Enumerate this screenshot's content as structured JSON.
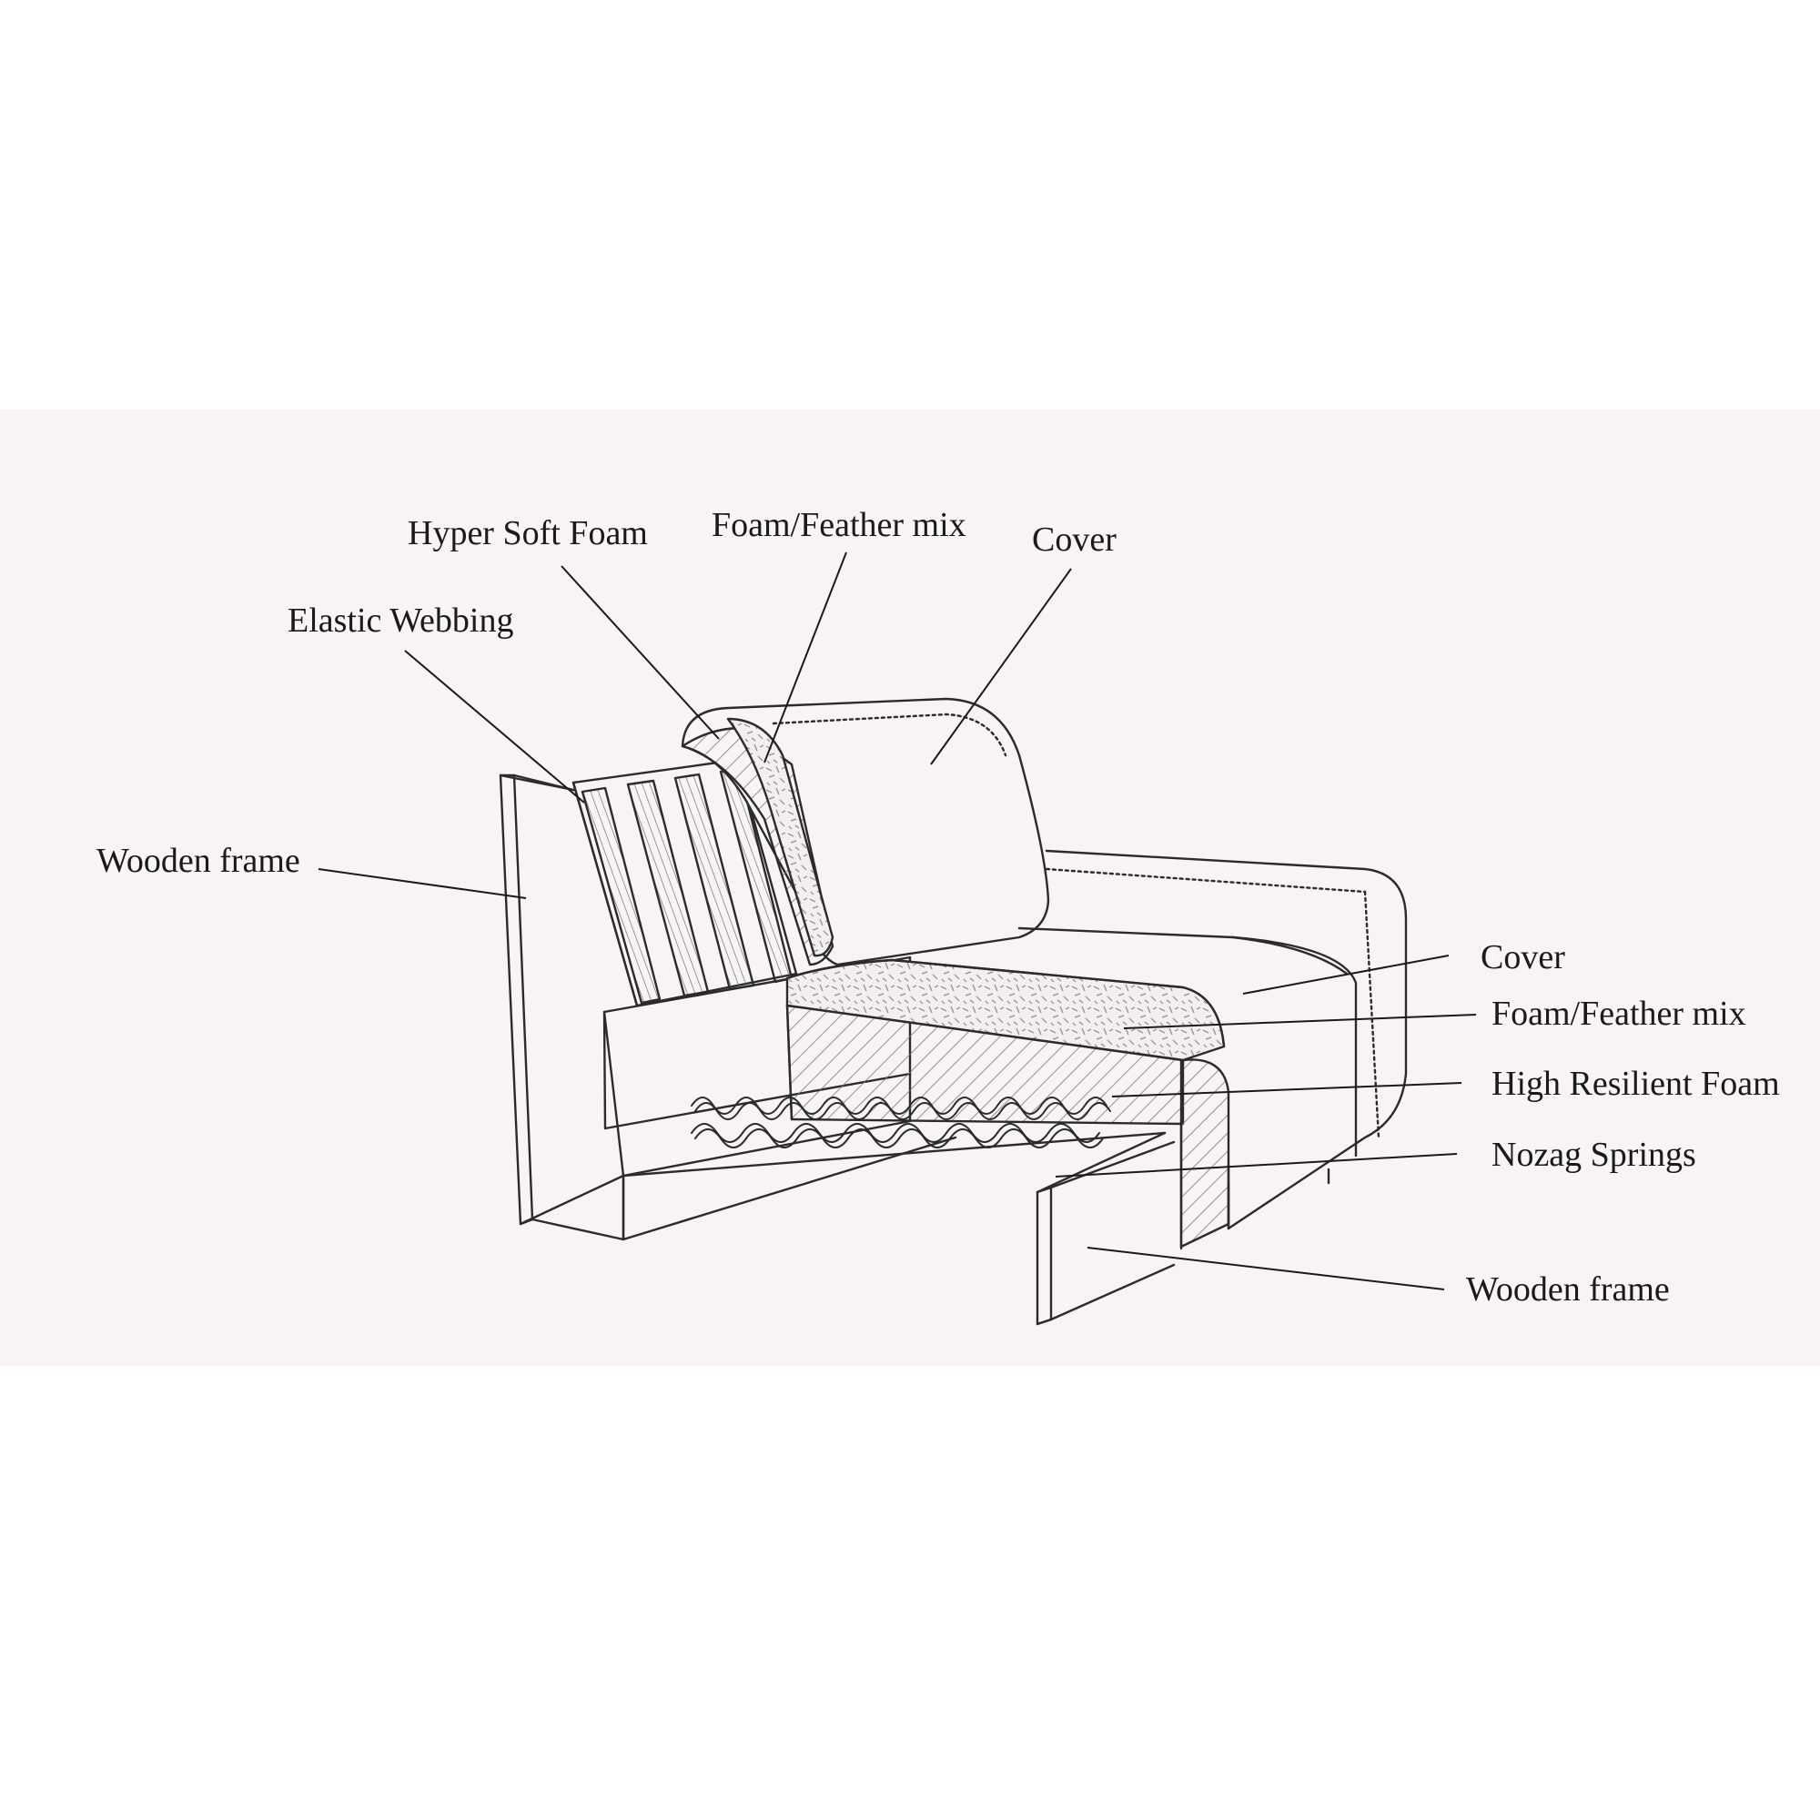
{
  "colors": {
    "outer_background": "#ffffff",
    "panel_background": "#f7f4f3",
    "line": "#2b2b2b",
    "label_text": "#1a1a1a"
  },
  "labels": {
    "hyper_soft_foam": "Hyper Soft Foam",
    "foam_feather_mix_back": "Foam/Feather mix",
    "cover_back": "Cover",
    "elastic_webbing": "Elastic Webbing",
    "wooden_frame_left": "Wooden frame",
    "cover_seat": "Cover",
    "foam_feather_mix_seat": "Foam/Feather mix",
    "high_resilient_foam": "High Resilient Foam",
    "nozag_springs": "Nozag Springs",
    "wooden_frame_bottom": "Wooden frame"
  }
}
